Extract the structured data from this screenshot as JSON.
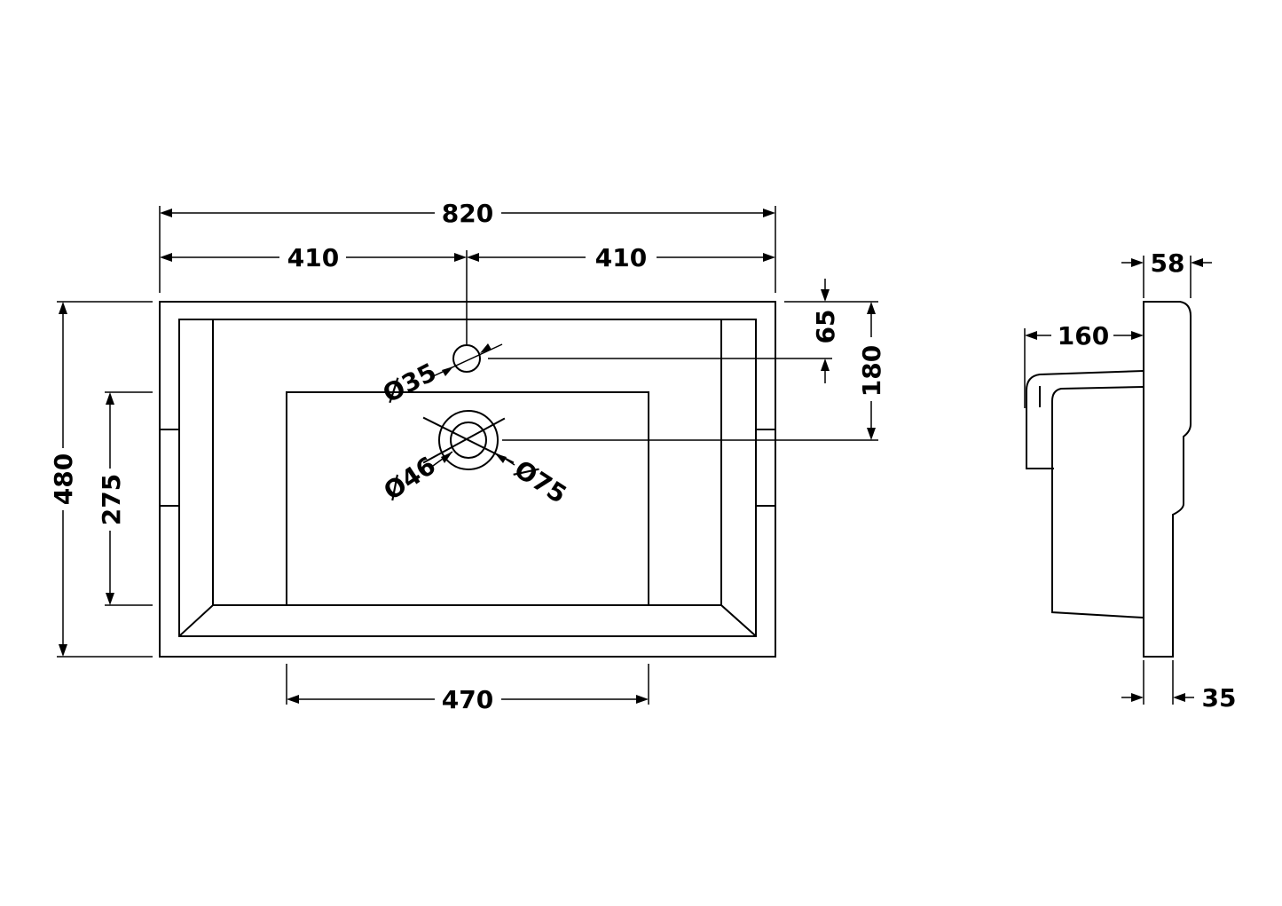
{
  "plan_view": {
    "overall_width": "820",
    "left_half": "410",
    "right_half": "410",
    "overall_depth": "480",
    "inner_depth": "275",
    "bowl_width": "470",
    "tap_hole_offset": "65",
    "waste_offset": "180",
    "tap_hole_diameter": "Ø35",
    "waste_inner_diameter": "Ø46",
    "waste_outer_diameter": "Ø75"
  },
  "side_view": {
    "top_thickness": "58",
    "projection": "160",
    "base_thickness": "35"
  },
  "colors": {
    "line": "#000000",
    "background": "#ffffff"
  }
}
